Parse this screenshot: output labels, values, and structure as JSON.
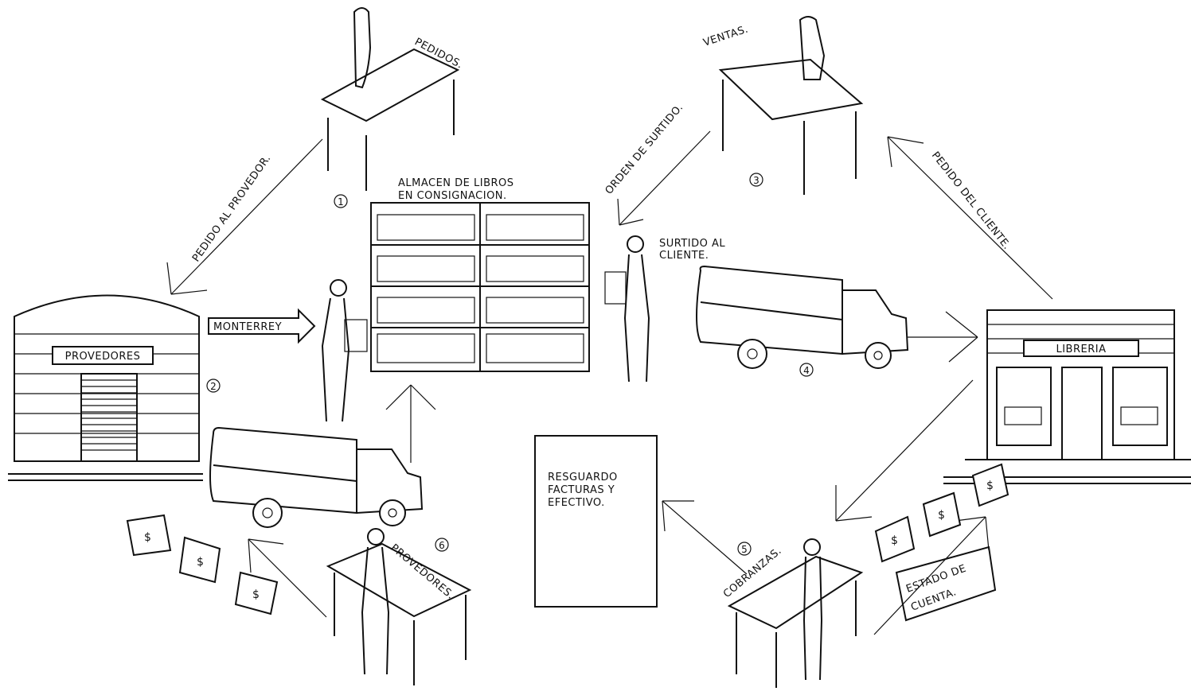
{
  "labels": {
    "pedidos": "PEDIDOS.",
    "ventas": "VENTAS.",
    "orden_surtido": "ORDEN DE SURTIDO.",
    "pedido_proveedor": "PEDIDO AL PROVEDOR.",
    "pedido_cliente": "PEDIDO DEL CLIENTE.",
    "almacen_line1": "ALMACEN DE LIBROS",
    "almacen_line2": "EN CONSIGNACION.",
    "surtido_line1": "SURTIDO AL",
    "surtido_line2": "CLIENTE.",
    "monterrey": "MONTERREY",
    "provedores_bldg": "PROVEDORES",
    "libreria": "LIBRERIA",
    "resguardo_line1": "RESGUARDO",
    "resguardo_line2": "FACTURAS Y",
    "resguardo_line3": "EFECTIVO.",
    "provedores_desk": "PROVEDORES.",
    "cobranzas": "COBRANZAS.",
    "estado_line1": "ESTADO DE",
    "estado_line2": "CUENTA."
  },
  "steps": [
    "1",
    "2",
    "3",
    "4",
    "5",
    "6"
  ],
  "bill_symbol": "$"
}
